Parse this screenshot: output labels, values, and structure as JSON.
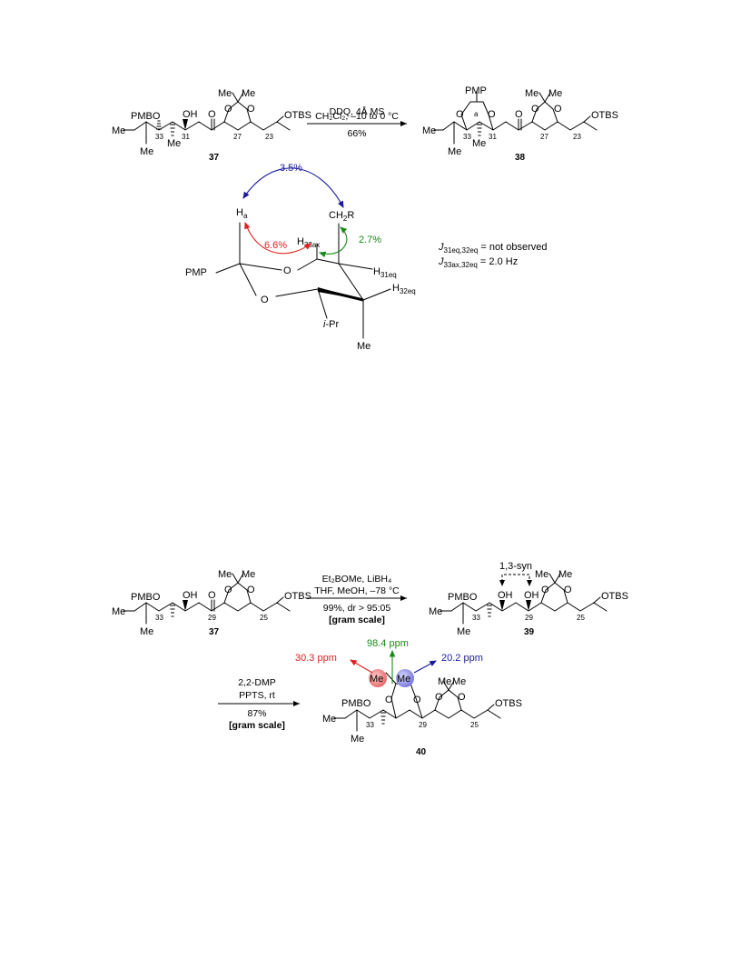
{
  "scheme1": {
    "reactant": {
      "PMBO": "PMBO",
      "OH": "OH",
      "O_keto": "O",
      "Me1": "Me",
      "Me2": "Me",
      "O_ring1": "O",
      "O_ring2": "O",
      "OTBS": "OTBS",
      "Me_left": "Me",
      "Me_bottom": "Me",
      "Me_c32": "Me",
      "n33": "33",
      "n31": "31",
      "n27": "27",
      "n23": "23",
      "label": "37"
    },
    "conditions": {
      "line1": "DDQ, 4Å MS",
      "line2": "CH₂Cl₂, –10 to 0 °C",
      "yield": "66%"
    },
    "product": {
      "PMP": "PMP",
      "a": "a",
      "O1": "O",
      "O2": "O",
      "O_keto": "O",
      "Me1": "Me",
      "Me2": "Me",
      "O_ring1": "O",
      "O_ring2": "O",
      "OTBS": "OTBS",
      "Me_left": "Me",
      "Me_bottom": "Me",
      "Me_c32": "Me",
      "n33": "33",
      "n31": "31",
      "n27": "27",
      "n23": "23",
      "label": "38"
    }
  },
  "noe": {
    "n35": "3.5%",
    "n66": "6.6%",
    "n27": "2.7%",
    "Ha": "H",
    "Ha_sub": "a",
    "CH2R": "CH",
    "CH2R_sub": "2",
    "CH2R_R": "R",
    "H33ax": "H",
    "H33ax_sub": "33ax",
    "H31eq": "H",
    "H31eq_sub": "31eq",
    "H32eq": "H",
    "H32eq_sub": "32eq",
    "PMP": "PMP",
    "O_top": "O",
    "O_bottom": "O",
    "iPr_i": "i",
    "iPr_rest": "-Pr",
    "Me": "Me",
    "J1_J": "J",
    "J1_sub": "31eq,32eq",
    "J1_val": " = not observed",
    "J2_J": "J",
    "J2_sub": "33ax,32eq",
    "J2_val": " = 2.0 Hz"
  },
  "scheme2": {
    "reactant": {
      "PMBO": "PMBO",
      "OH": "OH",
      "O_keto": "O",
      "Me1": "Me",
      "Me2": "Me",
      "O_ring1": "O",
      "O_ring2": "O",
      "OTBS": "OTBS",
      "Me_left": "Me",
      "Me_bottom": "Me",
      "n33": "33",
      "n29": "29",
      "n25": "25",
      "label": "37"
    },
    "conditions": {
      "line1": "Et₂BOMe, LiBH₄",
      "line2": "THF, MeOH, –78 °C",
      "line3": "99%, dr > 95:05",
      "line4": "[gram scale]"
    },
    "product": {
      "syn_label": "1,3-syn",
      "PMBO": "PMBO",
      "OH1": "OH",
      "OH2": "OH",
      "Me1": "Me",
      "Me2": "Me",
      "O_ring1": "O",
      "O_ring2": "O",
      "OTBS": "OTBS",
      "Me_left": "Me",
      "Me_bottom": "Me",
      "n33": "33",
      "n29": "29",
      "n25": "25",
      "label": "39"
    }
  },
  "scheme3": {
    "conditions": {
      "line1": "2,2-DMP",
      "line2": "PPTS, rt",
      "line3": "87%",
      "line4": "[gram scale]"
    },
    "shifts": {
      "red": "30.3 ppm",
      "green": "98.4 ppm",
      "blue": "20.2 ppm"
    },
    "product": {
      "MeRed": "Me",
      "MeBlue": "Me",
      "Me1": "Me",
      "Me2": "Me",
      "PMBO": "PMBO",
      "O1": "O",
      "O2": "O",
      "O3": "O",
      "O4": "O",
      "OTBS": "OTBS",
      "Me_left": "Me",
      "Me_bottom": "Me",
      "n33": "33",
      "n29": "29",
      "n25": "25",
      "label": "40"
    },
    "colors": {
      "red": "#e02020",
      "green": "#1a8a1a",
      "blue": "#1a1a9a"
    }
  }
}
